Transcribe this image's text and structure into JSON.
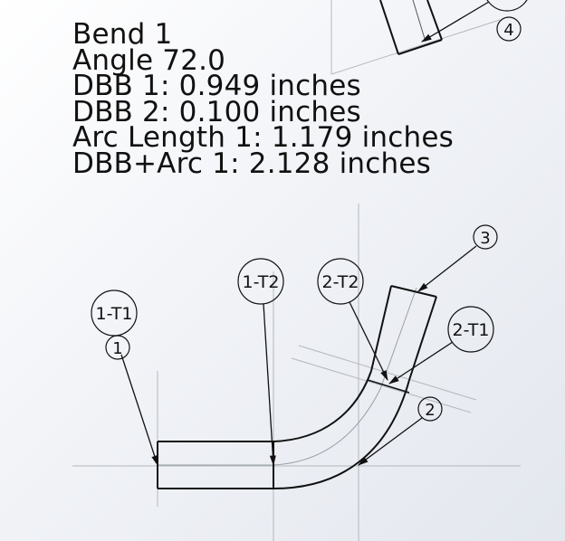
{
  "bend_info": {
    "title": "Bend 1",
    "angle": "Angle 72.0",
    "dbb1": "DBB 1: 0.949 inches",
    "dbb2": "DBB 2: 0.100 inches",
    "arc_length": "Arc Length 1: 1.179 inches",
    "dbb_arc": "DBB+Arc 1: 2.128 inches"
  },
  "balloons": {
    "b1_t1": "1-T1",
    "b1": "1",
    "b1_t2": "1-T2",
    "b2_t2": "2-T2",
    "b2_t1": "2-T1",
    "b2": "2",
    "b3": "3",
    "b4": "4"
  },
  "colors": {
    "line": "#111111",
    "construction": "#b4b8be"
  }
}
